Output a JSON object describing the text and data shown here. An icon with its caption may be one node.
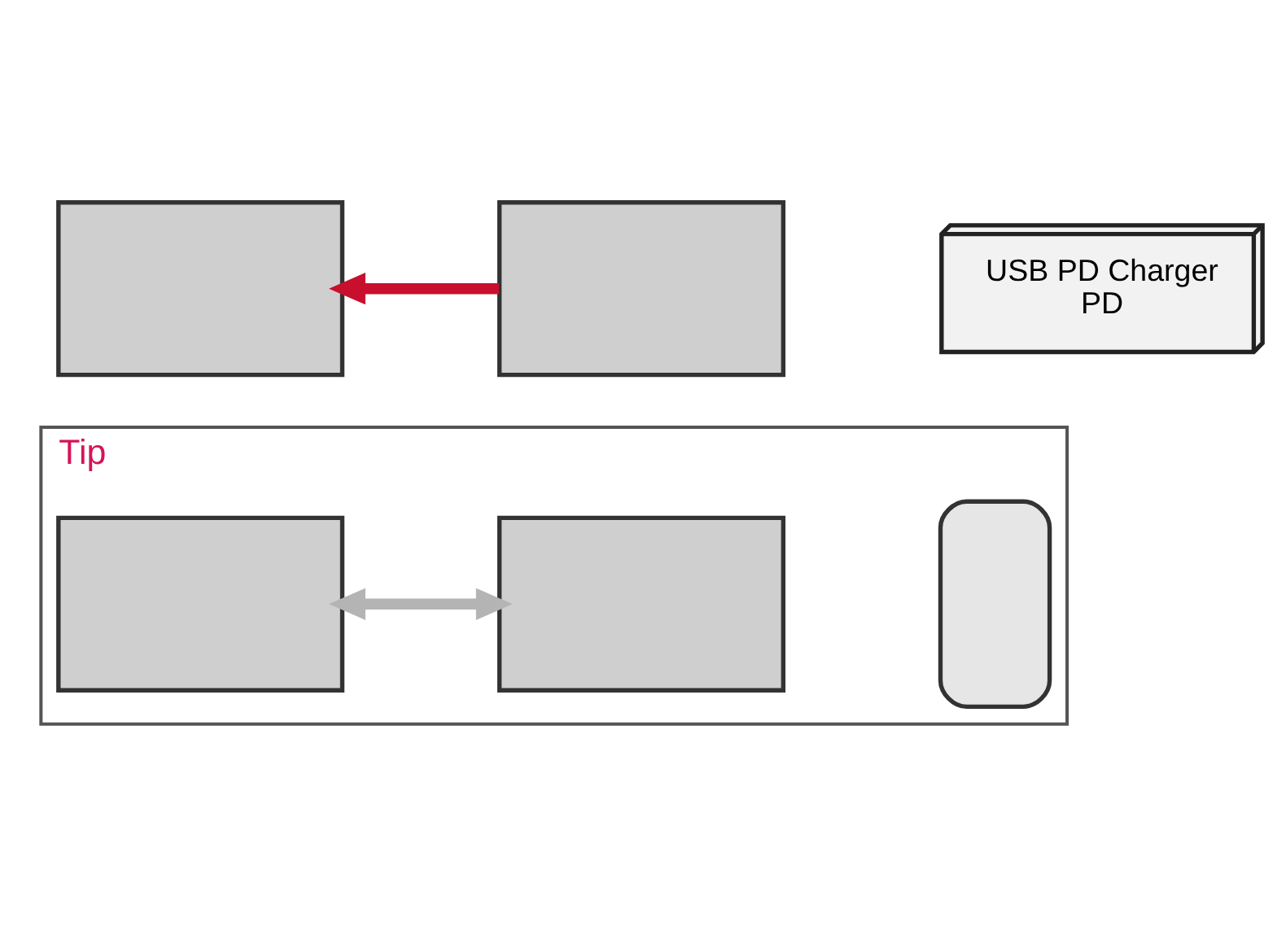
{
  "diagram": {
    "nodes": [
      {
        "text": [],
        "shape": "laptop"
      },
      {
        "text": [],
        "shape": "laptop"
      },
      {
        "text": [
          "USB PD Charger",
          "PD"
        ]
      },
      {
        "text": [
          "Tip"
        ]
      },
      {
        "text": [],
        "shape": "laptop",
        "in": 3
      },
      {
        "text": [],
        "shape": "laptop",
        "in": 3
      },
      {
        "text": [],
        "shape": "phone",
        "in": 3
      }
    ],
    "edges": [
      {
        "from": 1,
        "to": 0,
        "arrow": "to",
        "color": "#c8102e"
      },
      {
        "from": 4,
        "to": 5,
        "arrow": "both",
        "color": "#b4b4b4"
      }
    ]
  }
}
